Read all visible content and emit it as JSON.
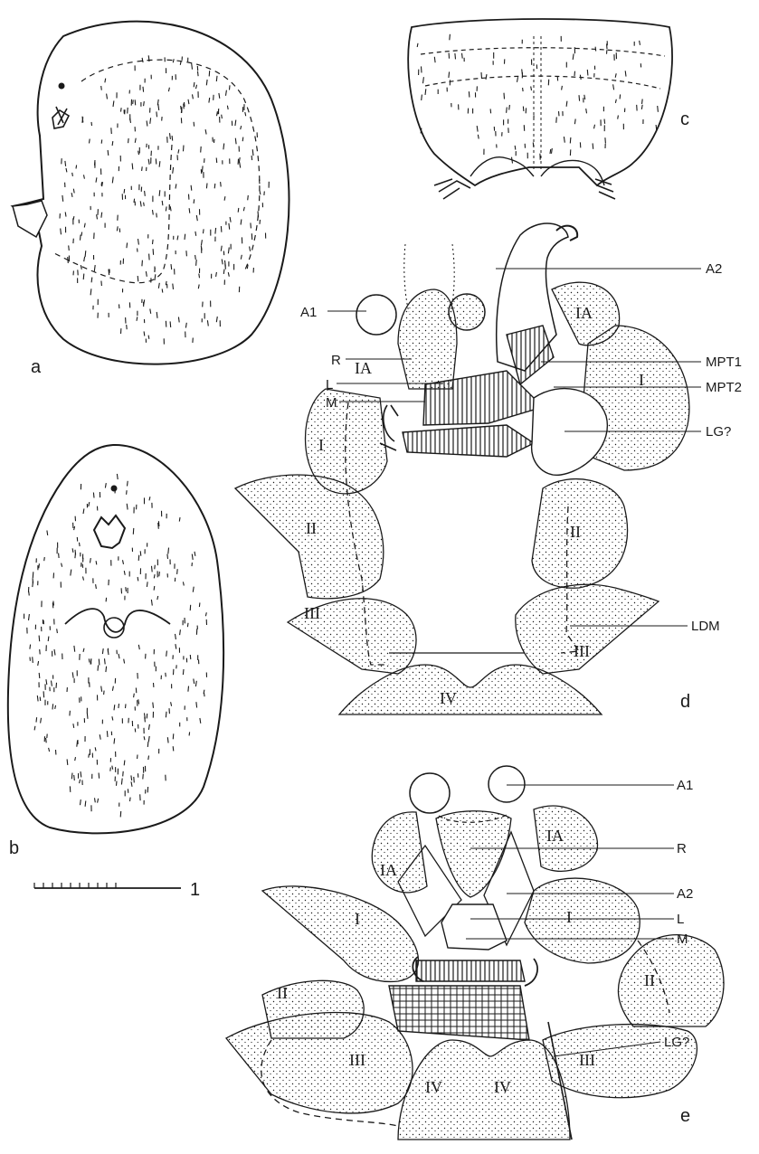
{
  "panels": {
    "a": "a",
    "b": "b",
    "c": "c",
    "d": "d",
    "e": "e"
  },
  "scale_bar": {
    "label": "1"
  },
  "panel_d": {
    "labels": {
      "A1": "A1",
      "A2": "A2",
      "R": "R",
      "L": "L",
      "M": "M",
      "MPT1": "MPT1",
      "MPT2": "MPT2",
      "LG": "LG?",
      "LDM": "LDM"
    },
    "segments": {
      "IA_left": "IA",
      "IA_right": "IA",
      "I_left": "I",
      "I_right": "I",
      "II_left": "II",
      "II_right": "II",
      "III_left": "III",
      "III_right": "III",
      "IV": "IV"
    }
  },
  "panel_e": {
    "labels": {
      "A1": "A1",
      "R": "R",
      "A2": "A2",
      "L": "L",
      "M": "M",
      "LG": "LG?"
    },
    "segments": {
      "IA_left": "IA",
      "IA_right": "IA",
      "I_left": "I",
      "I_right": "I",
      "II_left": "II",
      "II_right": "II",
      "III_left": "III",
      "III_right": "III",
      "IV_left": "IV",
      "IV_right": "IV"
    }
  },
  "colors": {
    "ink": "#1a1a1a",
    "paper": "#ffffff"
  }
}
